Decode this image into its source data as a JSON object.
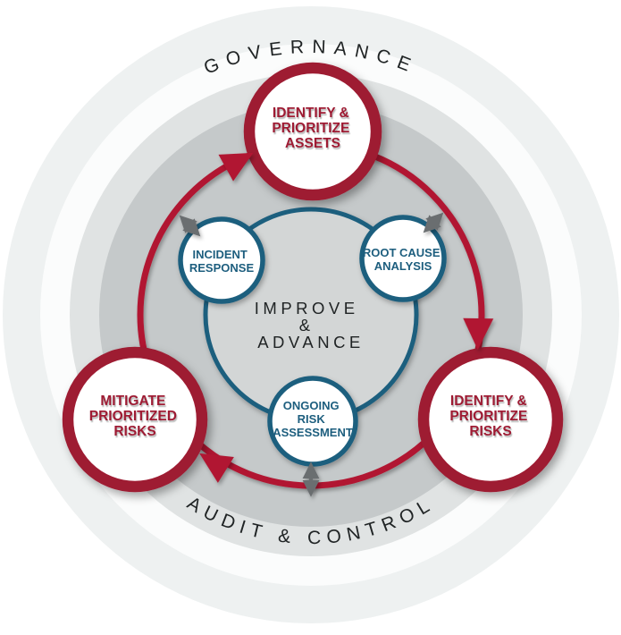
{
  "diagram_title": "risk-management-cycle",
  "outer_ring_labels": {
    "top": "GOVERNANCE",
    "bottom": "AUDIT & CONTROL"
  },
  "center_label": {
    "lines": [
      "IMPROVE",
      "&",
      "ADVANCE"
    ]
  },
  "primary_nodes": [
    {
      "name": "identify-prioritize-assets",
      "lines": [
        "IDENTIFY &",
        "PRIORITIZE",
        "ASSETS"
      ]
    },
    {
      "name": "identify-prioritize-risks",
      "lines": [
        "IDENTIFY &",
        "PRIORITIZE",
        "RISKS"
      ]
    },
    {
      "name": "mitigate-prioritized-risks",
      "lines": [
        "MITIGATE",
        "PRIORITIZED",
        "RISKS"
      ]
    }
  ],
  "secondary_nodes": [
    {
      "name": "incident-response",
      "lines": [
        "INCIDENT",
        "RESPONSE"
      ]
    },
    {
      "name": "root-cause-analysis",
      "lines": [
        "ROOT CAUSE",
        "ANALYSIS"
      ]
    },
    {
      "name": "ongoing-risk-assessment",
      "lines": [
        "ONGOING",
        "RISK",
        "ASSESSMENT"
      ]
    }
  ],
  "icons": {
    "cycle_arrowhead": "➤",
    "bidirectional_arrow": "↔"
  },
  "colors": {
    "maroon": "#9e1b33",
    "teal": "#1d5e7e",
    "red_arc": "#b11731",
    "arrow_gray": "#6b6e70",
    "ring_outer": "#eef1f1",
    "ring_second": "#fbfcfc",
    "ring_third": "#e0e3e3",
    "disc": "#c5c9ca",
    "inner_disc": "#d3d6d6",
    "text_dark": "#202425"
  }
}
